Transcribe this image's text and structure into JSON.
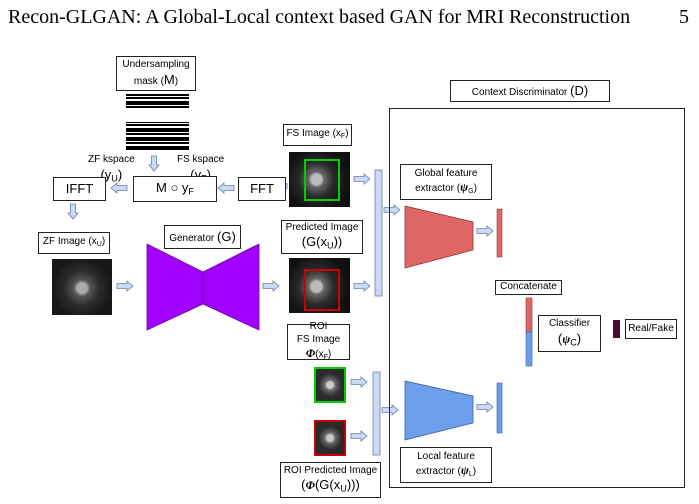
{
  "header": {
    "title": "Recon-GLGAN: A Global-Local context based GAN for MRI Reconstruction",
    "page_number": "5"
  },
  "mask": {
    "line1": "Undersampling",
    "line2": "mask (",
    "sym": "M",
    "end": ")"
  },
  "zf_kspace": {
    "text": "ZF kspace",
    "sym": "(y",
    "sub": "U",
    "end": ")"
  },
  "fs_kspace": {
    "text": "FS kspace",
    "sym": "(y",
    "sub": "F",
    "end": ")"
  },
  "multiply": {
    "text": "M ○ y",
    "sub": "F"
  },
  "ifft": "IFFT",
  "fft": "FFT",
  "fs_image": {
    "text": "FS Image (x",
    "sub": "F",
    "end": ")"
  },
  "zf_image": {
    "text": "ZF Image (x",
    "sub": "U",
    "end": ")"
  },
  "generator": {
    "text": "Generator ",
    "sym": "(G)"
  },
  "predicted": {
    "line1": "Predicted Image",
    "line2": "(G(x",
    "sub": "U",
    "end": "))"
  },
  "roi_fs": {
    "line1": "ROI",
    "line2": "FS Image ",
    "phi": "Φ",
    "rest": "(x",
    "sub": "F",
    "end": ")"
  },
  "roi_pred": {
    "line1": "ROI Predicted Image",
    "open": "(",
    "phi": "Φ",
    "rest": "(G(x",
    "sub": "U",
    "end": ")))"
  },
  "discriminator": {
    "text": "Context Discriminator ",
    "sym": "(D)"
  },
  "global_fe": {
    "line1": "Global feature",
    "line2": "extractor (",
    "psi": "ψ",
    "sub": "G",
    "end": ")"
  },
  "local_fe": {
    "line1": "Local feature",
    "line2": "extractor (",
    "psi": "ψ",
    "sub": "L",
    "end": ")"
  },
  "concatenate": "Concatenate",
  "classifier": {
    "line1": "Classifier",
    "open": "(",
    "psi": "ψ",
    "sub": "C",
    "end": ")"
  },
  "output": "Real/Fake",
  "colors": {
    "generator": "#a100ff",
    "global": "#e06666",
    "local": "#6d9eeb",
    "roi_green": "#00cc00",
    "roi_red": "#cc0000",
    "output_block": "#4a0d2e",
    "arrow_fill": "#c9daf8",
    "arrow_stroke": "#6d7f99"
  }
}
